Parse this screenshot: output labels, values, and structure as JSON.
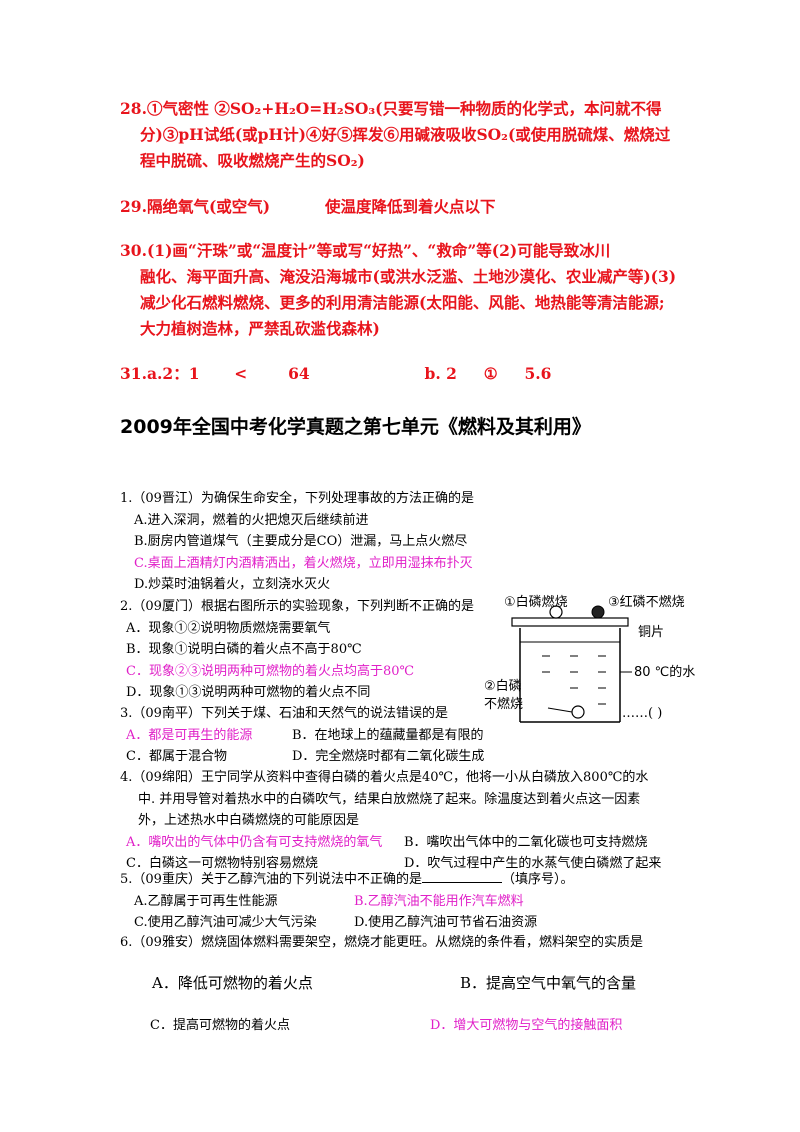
{
  "answers": {
    "a28_line1": "28.①气密性 ②SO₂+H₂O=H₂SO₃(只要写错一种物质的化学式，本问就不得",
    "a28_line2": "分)③pH试纸(或pH计)④好⑤挥发⑥用碱液吸收SO₂(或使用脱硫煤、燃烧过",
    "a28_line3": "程中脱硫、吸收燃烧产生的SO₂)",
    "a29_num": "29.隔绝氧气(或空气)",
    "a29_text": "使温度降低到着火点以下",
    "a30_line1": "30.(1)画“汗珠”或“温度计”等或写“好热”、“救命”等(2)可能导致冰川",
    "a30_line2": "融化、海平面升高、淹没沿海城市(或洪水泛滥、土地沙漠化、农业减产等)(3)",
    "a30_line3": "减少化石燃料燃烧、更多的利用清洁能源(太阳能、风能、地热能等清洁能源;",
    "a30_line4": "大力植树造林，严禁乱砍滥伐森林)",
    "a31_a": "31.a.2：1",
    "a31_lt": "<",
    "a31_64": "64",
    "a31_b": "b. 2",
    "a31_circ": "①",
    "a31_56": "5.6"
  },
  "section_title": "2009年全国中考化学真题之第七单元《燃料及其利用》",
  "q1": {
    "stem": "1.（09晋江）为确保生命安全，下列处理事故的方法正确的是",
    "A": "A.进入深洞，燃着的火把熄灭后继续前进",
    "B": "B.厨房内管道煤气（主要成分是CO）泄漏，马上点火燃尽",
    "C": "C.桌面上酒精灯内酒精洒出，着火燃烧，立即用湿抹布扑灭",
    "D": "D.炒菜时油锅着火，立刻浇水灭火"
  },
  "q2": {
    "stem": "2.（09厦门）根据右图所示的实验现象，下列判断不正确的是",
    "A": "A．现象①②说明物质燃烧需要氧气",
    "B": "B．现象①说明白磷的着火点不高于80℃",
    "C": "C．现象②③说明两种可燃物的着火点均高于80℃",
    "D": "D．现象①③说明两种可燃物的着火点不同"
  },
  "figure": {
    "label1": "①白磷燃烧",
    "label3": "③红磷不燃烧",
    "copper": "铜片",
    "water": "80 ℃的水",
    "label2a": "②白磷",
    "label2b": "不燃烧"
  },
  "q3": {
    "stem": "3.（09南平）下列关于煤、石油和天然气的说法错误的是",
    "tail": "……(    )",
    "A": "A．都是可再生的能源",
    "B": "B．在地球上的蕴藏量都是有限的",
    "C": "C．都属于混合物",
    "D": "D．完全燃烧时都有二氧化碳生成"
  },
  "q4": {
    "line1": "4.（09绵阳）王宁同学从资料中查得白磷的着火点是40℃，他将一小从白磷放入800℃的水",
    "line2": "中. 并用导管对着热水中的白磷吹气，结果白放燃烧了起来。除温度达到着火点这一因素",
    "line3": "外，上述热水中白磷燃烧的可能原因是",
    "A": "A．嘴吹出的气体中仍含有可支持燃烧的氧气",
    "B": "B．嘴吹出气体中的二氧化碳也可支持燃烧",
    "C": "C．白磷这一可燃物特别容易燃烧",
    "D": "D．吹气过程中产生的水蒸气使白磷燃了起来"
  },
  "q5": {
    "stem": "5.（09重庆）关于乙醇汽油的下列说法中不正确的是",
    "tail": "（填序号）。",
    "A": "A.乙醇属于可再生性能源",
    "B": "B.乙醇汽油不能用作汽车燃料",
    "C": "C.使用乙醇汽油可减少大气污染",
    "D": "D.使用乙醇汽油可节省石油资源"
  },
  "q6": {
    "stem": "6.（09雅安）燃烧固体燃料需要架空，燃烧才能更旺。从燃烧的条件看，燃料架空的实质是",
    "A": "A．降低可燃物的着火点",
    "B": "B．提高空气中氧气的含量",
    "C": "C．提高可燃物的着火点",
    "D": "D．增大可燃物与空气的接触面积"
  }
}
